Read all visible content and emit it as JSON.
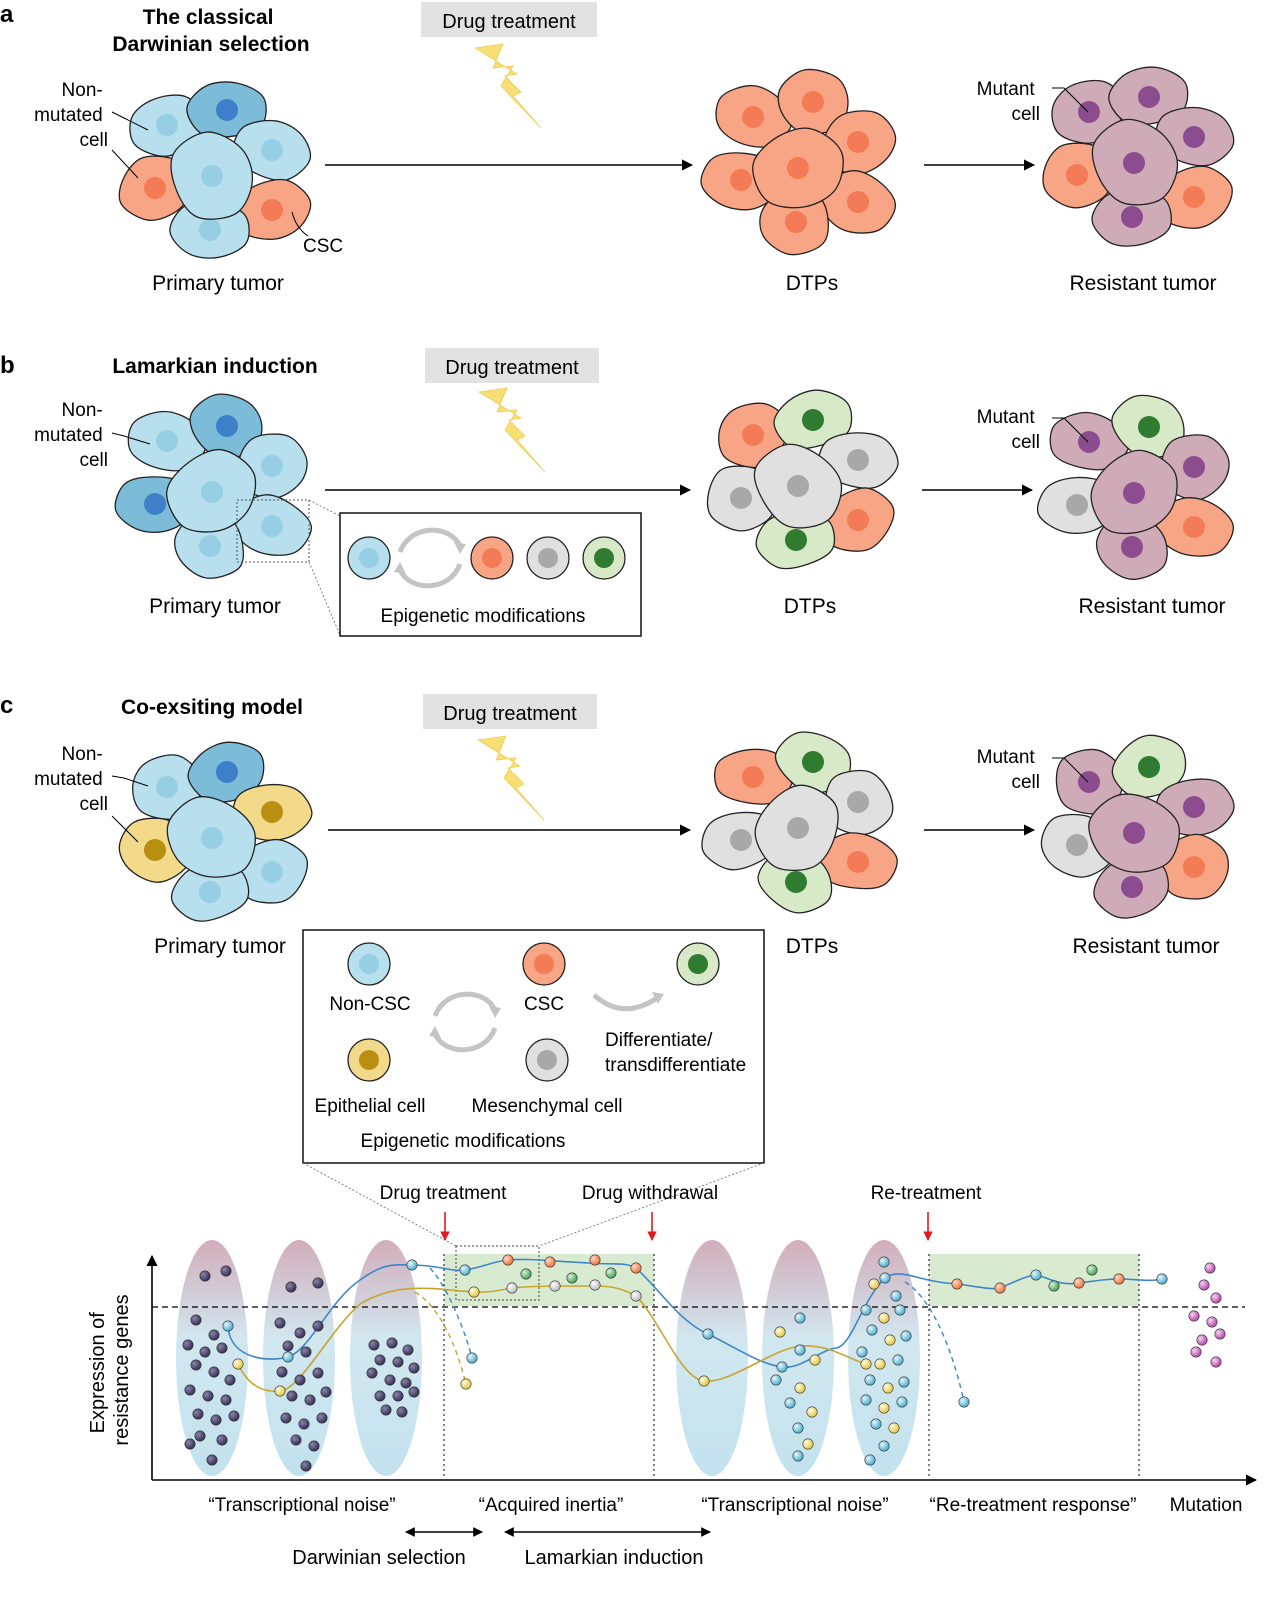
{
  "panels": [
    {
      "letter": "a",
      "title_lines": [
        "The classical",
        "Darwinian selection"
      ],
      "drug_label": "Drug treatment",
      "nonmutated_label": [
        "Non-",
        "mutated",
        "cell"
      ],
      "csc_label": "CSC",
      "mutant_label": [
        "Mutant",
        "cell"
      ],
      "stages": [
        "Primary tumor",
        "DTPs",
        "Resistant tumor"
      ]
    },
    {
      "letter": "b",
      "title_lines": [
        "Lamarkian induction"
      ],
      "drug_label": "Drug treatment",
      "nonmutated_label": [
        "Non-",
        "mutated",
        "cell"
      ],
      "mutant_label": [
        "Mutant",
        "cell"
      ],
      "inset_caption": "Epigenetic modifications",
      "stages": [
        "Primary tumor",
        "DTPs",
        "Resistant tumor"
      ]
    },
    {
      "letter": "c",
      "title_lines": [
        "Co-exsiting model"
      ],
      "drug_label": "Drug treatment",
      "nonmutated_label": [
        "Non-",
        "mutated",
        "cell"
      ],
      "mutant_label": [
        "Mutant",
        "cell"
      ],
      "stages": [
        "Primary tumor",
        "DTPs",
        "Resistant tumor"
      ],
      "legend": {
        "non_csc": "Non-CSC",
        "csc": "CSC",
        "differentiate": [
          "Differentiate/",
          "transdifferentiate"
        ],
        "epithelial": "Epithelial cell",
        "mesenchymal": "Mesenchymal cell",
        "caption": "Epigenetic modifications"
      }
    }
  ],
  "timeline": {
    "y_axis_label": [
      "Expression of",
      "resistance genes"
    ],
    "events": [
      "Drug treatment",
      "Drug withdrawal",
      "Re-treatment"
    ],
    "phases": [
      "“Transcriptional noise”",
      "“Acquired inertia”",
      "“Transcriptional noise”",
      "“Re-treatment response”",
      "Mutation"
    ],
    "mechanisms": [
      "Darwinian selection",
      "Lamarkian induction"
    ]
  },
  "colors": {
    "non_csc_fill": "#b7dfee",
    "non_csc_nucleus": "#96cfe3",
    "non_csc_dark_fill": "#7cbcd8",
    "non_csc_dark_nucleus": "#3d7fc9",
    "csc_fill": "#f7a585",
    "csc_nucleus": "#f37b55",
    "mutant_fill": "#cfaab7",
    "mutant_nucleus": "#8b4d90",
    "mesenchymal_fill": "#e0e0e0",
    "mesenchymal_nucleus": "#a8a8a8",
    "differentiated_fill": "#d8e9c8",
    "differentiated_nucleus": "#2f7b2f",
    "epithelial_fill": "#f3d98a",
    "epithelial_nucleus": "#b88f10",
    "drug_label_bg": "#e2e2e2",
    "lightning": "#f8df75",
    "event_arrow": "#e11b1b",
    "blue_line": "#3f86c6",
    "gold_line": "#c8a430",
    "treatment_zone": "#d8ebd1"
  }
}
